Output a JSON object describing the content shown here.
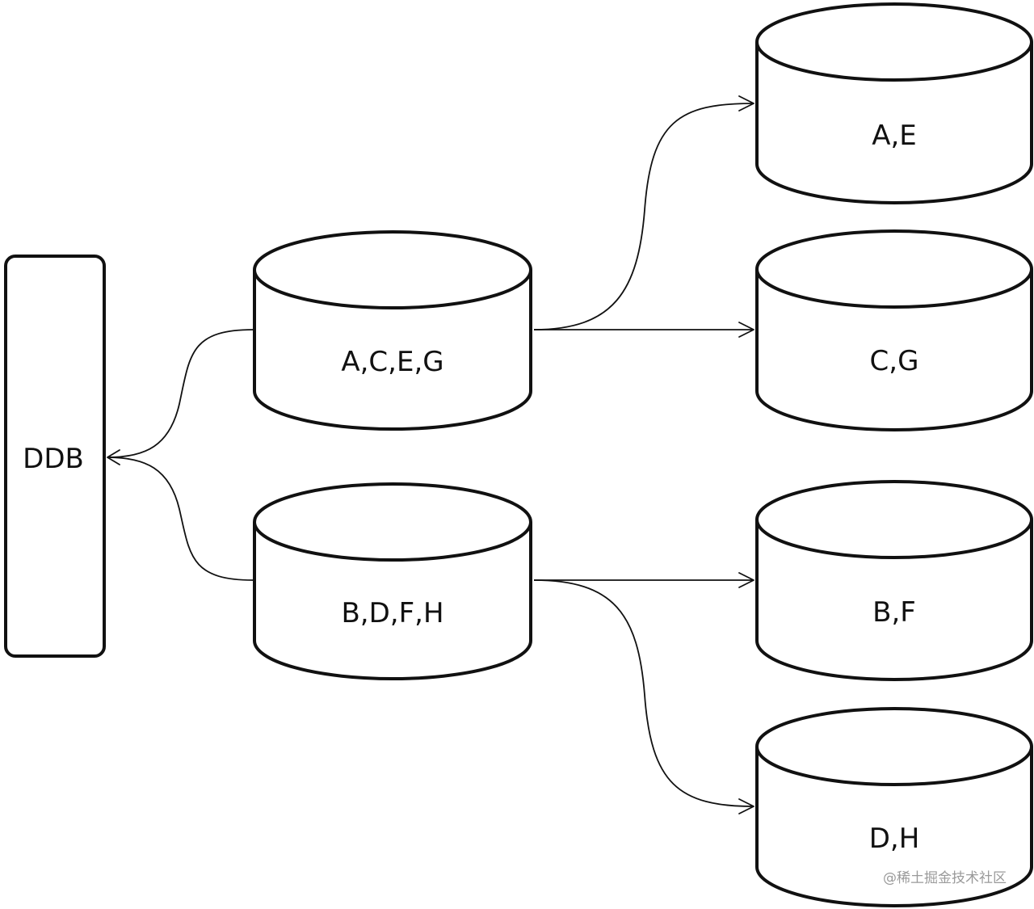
{
  "diagram": {
    "root": {
      "label": "DDB"
    },
    "mid": [
      {
        "label": "A,C,E,G"
      },
      {
        "label": "B,D,F,H"
      }
    ],
    "leaves": [
      {
        "label": "A,E"
      },
      {
        "label": "C,G"
      },
      {
        "label": "B,F"
      },
      {
        "label": "D,H"
      }
    ],
    "edges": [
      {
        "from": "A,C,E,G",
        "to": "DDB"
      },
      {
        "from": "B,D,F,H",
        "to": "DDB"
      },
      {
        "from": "A,C,E,G",
        "to": "A,E"
      },
      {
        "from": "A,C,E,G",
        "to": "C,G"
      },
      {
        "from": "B,D,F,H",
        "to": "B,F"
      },
      {
        "from": "B,D,F,H",
        "to": "D,H"
      }
    ]
  },
  "watermark": "@稀土掘金技术社区"
}
